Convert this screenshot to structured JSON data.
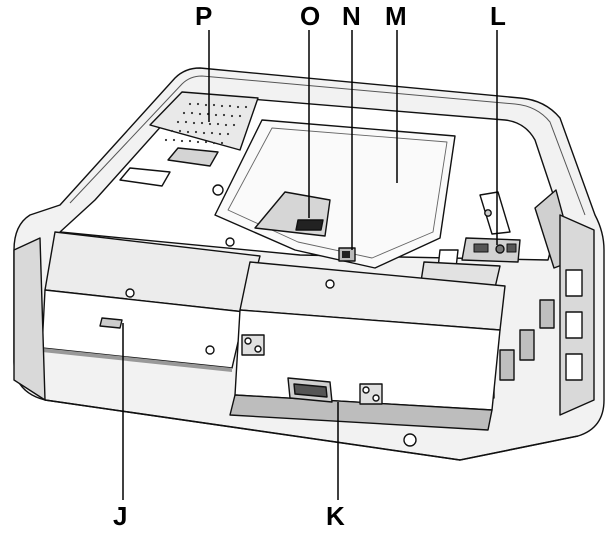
{
  "callouts": {
    "P": "P",
    "O": "O",
    "N": "N",
    "M": "M",
    "L": "L",
    "J": "J",
    "K": "K"
  },
  "colors": {
    "outline": "#111111",
    "body": "#ffffff",
    "shade_light": "#e4e4e4",
    "shade_mid": "#c6c6c6",
    "shade_dark": "#8a8a8a"
  }
}
